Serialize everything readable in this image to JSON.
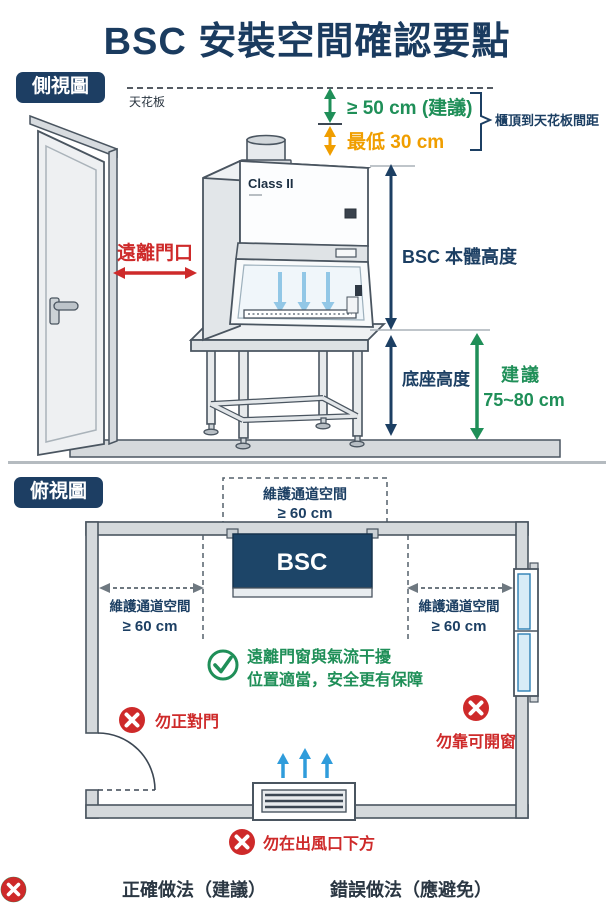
{
  "title": "BSC 安裝空間確認要點",
  "side_view": {
    "badge": "側視圖",
    "ceiling_label": "天花板",
    "clearance_recommended": "≥ 50 cm (建議)",
    "clearance_minimum": "最低 30 cm",
    "clearance_bracket_label": "櫃頂到天花板間距",
    "door_clearance_label": "遠離門口",
    "cabinet_model_label": "Class II",
    "body_height_label": "BSC 本體高度",
    "base_height_label": "底座高度",
    "base_height_recommend_line1": "建議",
    "base_height_recommend_line2": "75~80 cm"
  },
  "top_view": {
    "badge": "俯視圖",
    "maintenance_top": {
      "line1": "維護通道空間",
      "line2": "≥ 60 cm"
    },
    "maintenance_left": {
      "line1": "維護通道空間",
      "line2": "≥ 60 cm"
    },
    "maintenance_right": {
      "line1": "維護通道空間",
      "line2": "≥ 60 cm"
    },
    "bsc_label": "BSC",
    "good_note_line1": "遠離門窗與氣流干擾",
    "good_note_line2": "位置適當，安全更有保障",
    "warn_door": "勿正對門",
    "warn_window": "勿靠可開窗",
    "warn_vent": "勿在出風口下方"
  },
  "legend": {
    "correct": "正確做法（建議）",
    "wrong": "錯誤做法（應避免）"
  },
  "icons": {
    "correct": "check-circle-icon",
    "wrong": "x-circle-icon"
  },
  "colors": {
    "navy": "#1c3f63",
    "green": "#1f8f58",
    "orange": "#f09e00",
    "red": "#ce2a2a",
    "airflow_blue_light": "#92c7e6",
    "airflow_blue": "#2f9cdb",
    "wall_gray": "#d5d9dc",
    "outline": "#4a5560",
    "bsc_box_navy": "#1d4568"
  }
}
